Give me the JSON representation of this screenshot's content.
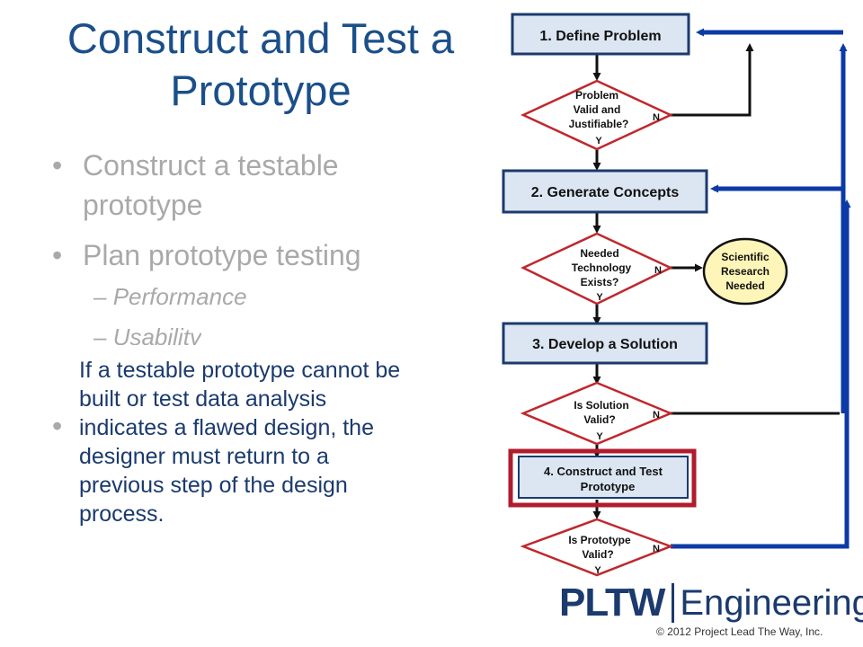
{
  "slide": {
    "title": "Construct and Test a Prototype",
    "bullets": [
      {
        "text": "Construct a testable prototype"
      },
      {
        "text": "Plan prototype testing"
      }
    ],
    "sub_bullets": [
      "Performance",
      "Usability"
    ],
    "overlay_text": "If a testable prototype cannot be built or test data analysis indicates a flawed design, the designer must return to a previous step of the design process."
  },
  "flowchart": {
    "steps": [
      {
        "label": "1. Define Problem"
      },
      {
        "label": "2. Generate Concepts"
      },
      {
        "label": "3. Develop a Solution"
      },
      {
        "label": "4. Construct and Test",
        "label2": "Prototype",
        "highlighted": true
      }
    ],
    "decisions": [
      {
        "lines": [
          "Problem",
          "Valid and",
          "Justifiable?"
        ],
        "yes": "Y",
        "no": "N"
      },
      {
        "lines": [
          "Needed",
          "Technology",
          "Exists?"
        ],
        "yes": "Y",
        "no": "N"
      },
      {
        "lines": [
          "Is Solution",
          "Valid?"
        ],
        "yes": "Y",
        "no": "N"
      },
      {
        "lines": [
          "Is Prototype",
          "Valid?"
        ],
        "yes": "Y",
        "no": "N"
      }
    ],
    "research": {
      "lines": [
        "Scientific",
        "Research",
        "Needed"
      ]
    },
    "colors": {
      "step_fill": "#dce6f2",
      "decision_stroke": "#c0272d",
      "return_line": "#0c3aa6",
      "highlight": "#b01c2e",
      "research_fill": "#fef6b8"
    }
  },
  "footer": {
    "logo_left": "PLTW",
    "logo_right": "Engineering",
    "copyright": "© 2012 Project Lead The Way, Inc."
  }
}
